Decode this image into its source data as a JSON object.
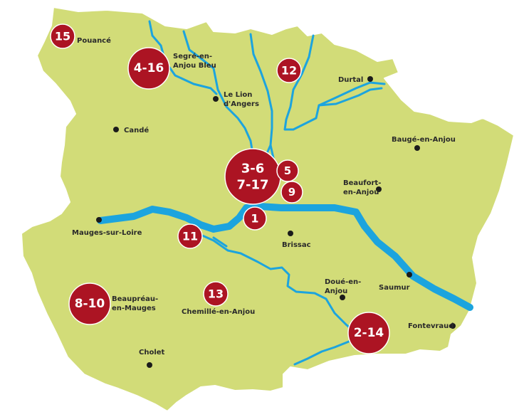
{
  "towns": {
    "pouance": "Pouancé",
    "segre_1": "Segré-en-",
    "segre_2": "Anjou Bleu",
    "lion_1": "Le Lion",
    "lion_2": "d'Angers",
    "durtal": "Durtal",
    "cande": "Candé",
    "bauge": "Baugé-en-Anjou",
    "beaufort_1": "Beaufort-",
    "beaufort_2": "en-Anjou",
    "mauges": "Mauges-sur-Loire",
    "brissac": "Brissac",
    "doue_1": "Doué-en-",
    "doue_2": "Anjou",
    "saumur": "Saumur",
    "beaupreau_1": "Beaupréau-",
    "beaupreau_2": "en-Mauges",
    "chemille": "Chemillé-en-Anjou",
    "fontevraud": "Fontevraud",
    "cholet": "Cholet"
  },
  "markers": {
    "m15": "15",
    "m4_16": "4-16",
    "m12": "12",
    "m3_6": "3-6",
    "m7_17": "7-17",
    "m5": "5",
    "m9": "9",
    "m1": "1",
    "m11": "11",
    "m13": "13",
    "m8_10": "8-10",
    "m2_14": "2-14"
  },
  "colors": {
    "land": "#d2dc78",
    "river": "#1ca4de",
    "marker": "#ac1423",
    "town_dot": "#1b1b1b"
  }
}
